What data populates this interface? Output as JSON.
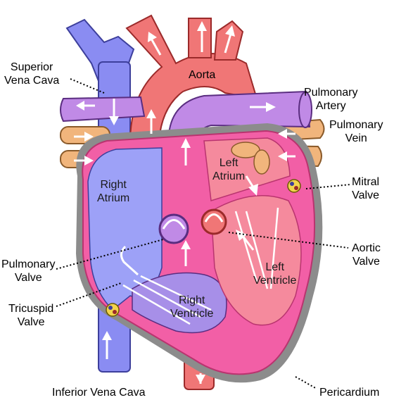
{
  "labels": {
    "superior_vena_cava": [
      "Superior",
      "Vena Cava"
    ],
    "aorta": "Aorta",
    "pulmonary_artery": [
      "Pulmonary",
      "Artery"
    ],
    "pulmonary_vein": [
      "Pulmonary",
      "Vein"
    ],
    "left_atrium": [
      "Left",
      "Atrium"
    ],
    "right_atrium": [
      "Right",
      "Atrium"
    ],
    "mitral_valve": [
      "Mitral",
      "Valve"
    ],
    "aortic_valve": [
      "Aortic",
      "Valve"
    ],
    "pulmonary_valve": [
      "Pulmonary",
      "Valve"
    ],
    "left_ventricle": [
      "Left",
      "Ventricle"
    ],
    "right_ventricle": [
      "Right",
      "Ventricle"
    ],
    "tricuspid_valve": [
      "Tricuspid",
      "Valve"
    ],
    "inferior_vena_cava": "Inferior Vena Cava",
    "pericardium": "Pericardium"
  },
  "colors": {
    "deoxygenated": "#8a8cf2",
    "oxygenated": "#f07676",
    "pulmonary_artery": "#c08ae6",
    "pulmonary_vein": "#f1b57c",
    "myocardium": "#f25fa6",
    "pericardium": "#8c8c8c"
  }
}
